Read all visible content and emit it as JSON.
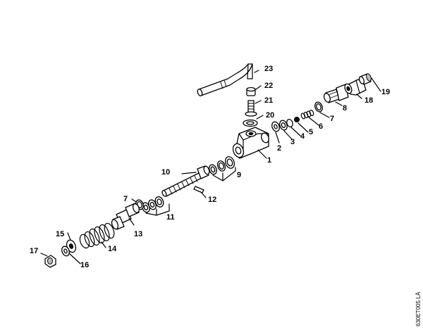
{
  "diagram": {
    "callouts": [
      "1",
      "2",
      "3",
      "4",
      "5",
      "6",
      "7",
      "8",
      "9",
      "10",
      "11",
      "12",
      "13",
      "14",
      "15",
      "16",
      "17",
      "18",
      "19",
      "20",
      "21",
      "22",
      "23",
      "7"
    ],
    "drawing_code": "630ET005 LÄ"
  }
}
